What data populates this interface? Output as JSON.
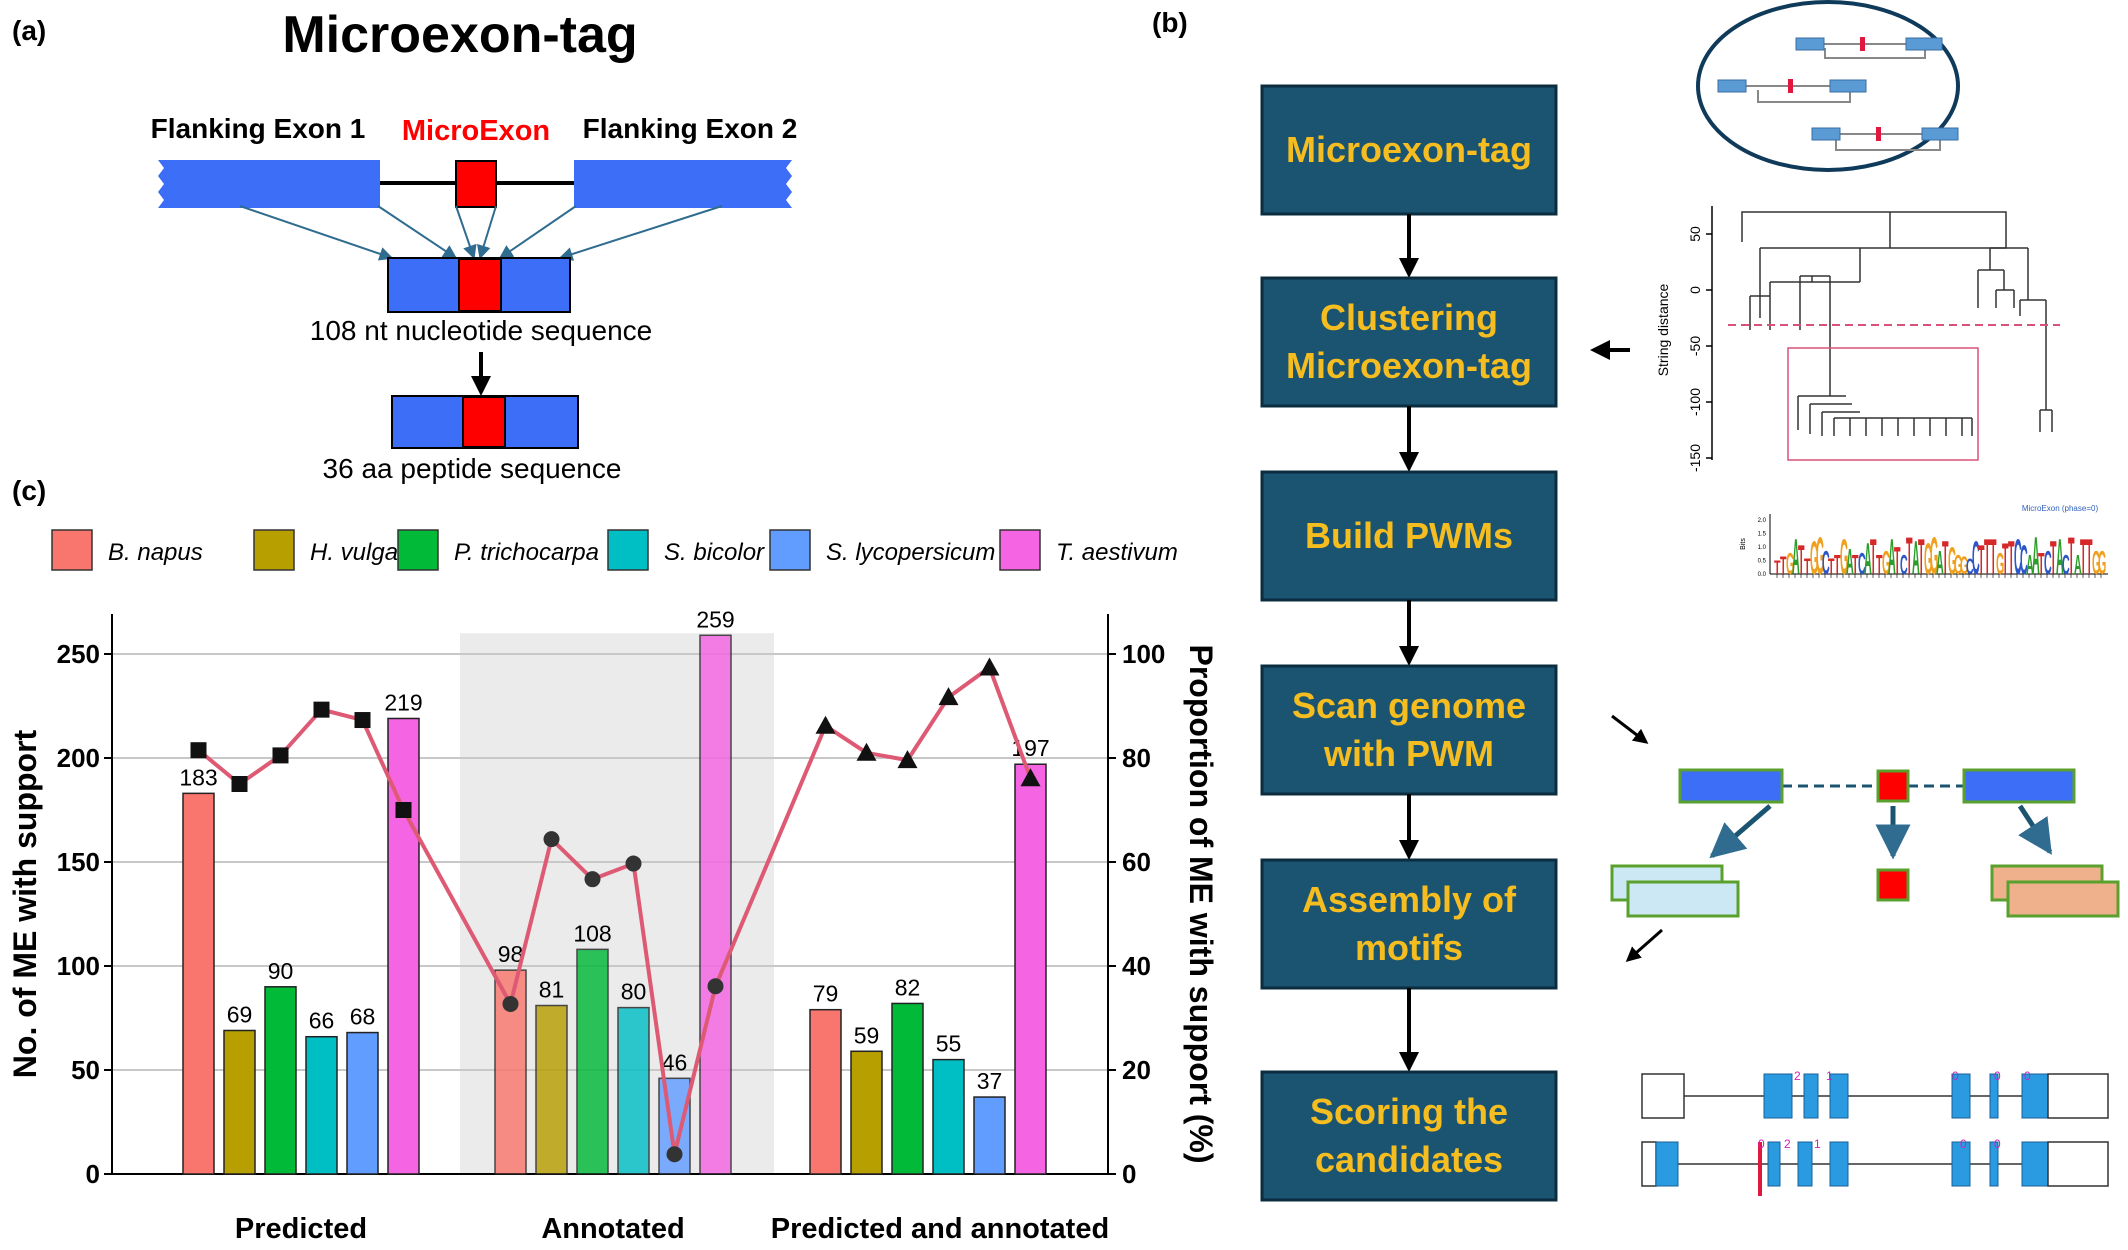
{
  "panel_labels": {
    "a": "(a)",
    "b": "(b)",
    "c": "(c)"
  },
  "panel_a": {
    "title": "Microexon-tag",
    "flanking_exon_1": "Flanking Exon 1",
    "microexon": "MicroExon",
    "flanking_exon_2": "Flanking Exon 2",
    "nucleotide_caption": "108 nt nucleotide sequence",
    "peptide_caption": "36 aa peptide sequence",
    "colors": {
      "exon": "#3d6ef7",
      "microexon": "#ff0000",
      "microexon_label": "#ff0000"
    }
  },
  "panel_b": {
    "steps": [
      [
        "Microexon-tag"
      ],
      [
        "Clustering",
        "Microexon-tag"
      ],
      [
        "Build PWMs"
      ],
      [
        "Scan genome",
        "with PWM"
      ],
      [
        "Assembly of",
        "motifs"
      ],
      [
        "Scoring the",
        "candidates"
      ]
    ],
    "colors": {
      "box": "#1a5470",
      "box_text": "#f5bd1f"
    },
    "dendrogram": {
      "ylabel": "String distance",
      "yticks": [
        "50",
        "0",
        "-50",
        "-100",
        "-150"
      ]
    },
    "pwm_logo": {
      "title": "MicroExon (phase=0)",
      "ylabel": "Bits",
      "yticks": [
        "2.0",
        "1.5",
        "1.0",
        "0.5",
        "0.0"
      ],
      "sequence": "TTGATTGGCTTGATCATTGATCTATGGATGGGCCTTTGTTCCAATCTACTATTGG"
    },
    "scoring": {
      "row1_marks": [
        "2",
        "1",
        "0",
        "0",
        "0"
      ],
      "row2_marks": [
        "0",
        "2",
        "1",
        "0",
        "0"
      ]
    }
  },
  "chart_data": {
    "type": "bar",
    "categories": [
      "Predicted",
      "Annotated",
      "Predicted and annotated"
    ],
    "series": [
      {
        "name": "B. napus",
        "color": "#f8766d",
        "values": [
          183,
          98,
          79
        ]
      },
      {
        "name": "H. vulgare",
        "color": "#b79f00",
        "values": [
          69,
          81,
          59
        ]
      },
      {
        "name": "P. trichocarpa",
        "color": "#00ba38",
        "values": [
          90,
          108,
          82
        ]
      },
      {
        "name": "S. bicolor",
        "color": "#00bfc4",
        "values": [
          66,
          80,
          55
        ]
      },
      {
        "name": "S. lycopersicum",
        "color": "#619cff",
        "values": [
          68,
          46,
          37
        ]
      },
      {
        "name": "T. aestivum",
        "color": "#f564e3",
        "values": [
          219,
          259,
          197
        ]
      }
    ],
    "proportion_line": {
      "color": "#de5a74",
      "values": [
        [
          81.5,
          75.0,
          80.5,
          89.3,
          87.3,
          70.0
        ],
        [
          32.7,
          64.4,
          56.7,
          59.7,
          3.8,
          36.1
        ],
        [
          86.2,
          81.0,
          79.6,
          91.7,
          97.4,
          76.1
        ]
      ],
      "markers": [
        "square",
        "circle",
        "triangle"
      ]
    },
    "ylabel": "No. of ME with support",
    "y2label": "Proportion of ME with support (%)",
    "ylim": [
      0,
      260
    ],
    "y2lim": [
      0,
      104
    ],
    "yticks": [
      0,
      50,
      100,
      150,
      200,
      250
    ],
    "y2ticks": [
      0,
      20,
      40,
      60,
      80,
      100
    ],
    "highlighted_group": "Annotated",
    "grid": true,
    "legend": "top"
  }
}
